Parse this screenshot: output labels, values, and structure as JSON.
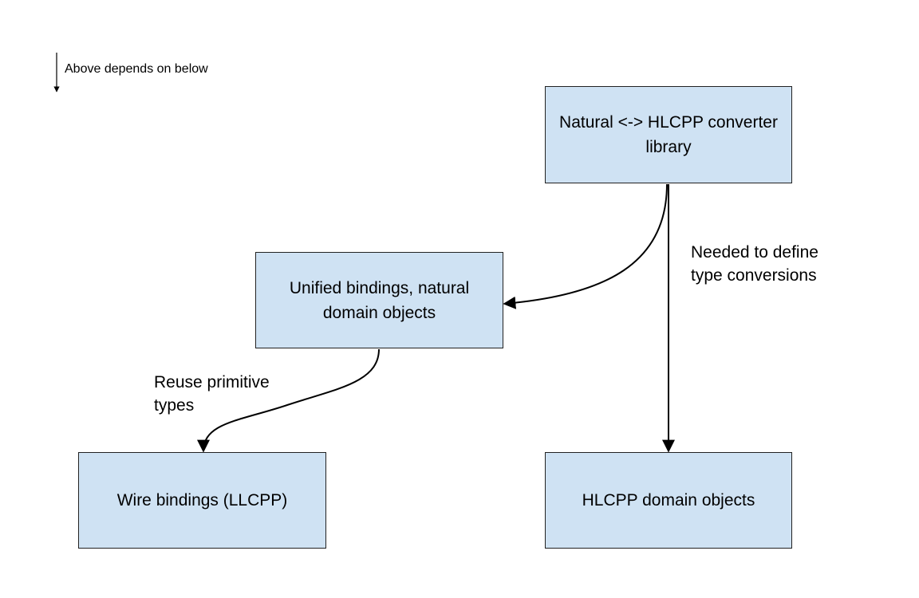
{
  "legend": {
    "text": "Above depends on below"
  },
  "nodes": {
    "converter": "Natural <-> HLCPP converter library",
    "unified": "Unified bindings, natural domain objects",
    "wire": "Wire bindings (LLCPP)",
    "hlcpp": "HLCPP domain objects"
  },
  "edge_labels": {
    "reuse": [
      "Reuse primitive",
      "types"
    ],
    "needed": [
      "Needed to define",
      "type conversions"
    ]
  },
  "colors": {
    "box_fill": "#cfe2f3",
    "box_border": "#222222",
    "arrow": "#000000"
  }
}
